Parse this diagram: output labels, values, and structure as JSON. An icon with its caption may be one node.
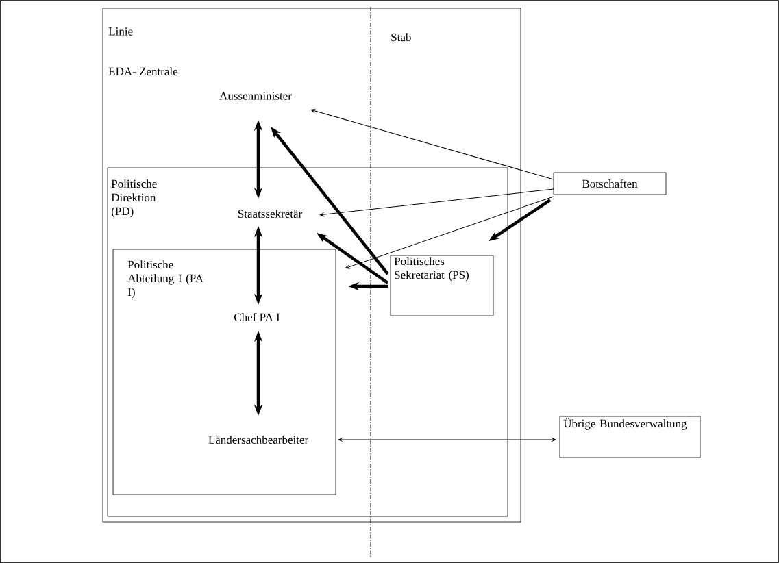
{
  "diagram": {
    "nodes": [
      {
        "text": [
          "EDA- Zentrale"
        ]
      },
      {
        "text": [
          "Aussenminister"
        ],
        "in": 0
      },
      {
        "text": [
          "Politische Direktion (PD)"
        ],
        "in": 0
      },
      {
        "text": [
          "Staatssekretär"
        ],
        "in": 2
      },
      {
        "text": [
          "Politische Abteilung I (PA I)"
        ],
        "in": 2
      },
      {
        "text": [
          "Chef PA I"
        ],
        "in": 4
      },
      {
        "text": [
          "Ländersachbearbeiter"
        ],
        "in": 4
      },
      {
        "text": [
          "Politisches Sekretariat (PS)"
        ],
        "in": 2
      },
      {
        "text": [
          "Botschaften"
        ]
      },
      {
        "text": [
          "Übrige Bundesverwaltung"
        ]
      }
    ],
    "edges": [
      {
        "from": 1,
        "to": 3,
        "arrow": "both"
      },
      {
        "from": 3,
        "to": 5,
        "arrow": "both"
      },
      {
        "from": 5,
        "to": 6,
        "arrow": "both"
      },
      {
        "from": 7,
        "to": 1,
        "arrow": "to"
      },
      {
        "from": 7,
        "to": 3,
        "arrow": "to"
      },
      {
        "from": 7,
        "to": 4,
        "arrow": "to"
      },
      {
        "from": 8,
        "to": 1,
        "arrow": "to"
      },
      {
        "from": 8,
        "to": 3,
        "arrow": "to"
      },
      {
        "from": 8,
        "to": 4,
        "arrow": "to"
      },
      {
        "from": 8,
        "to": 2,
        "arrow": "to"
      },
      {
        "from": 6,
        "to": 9,
        "arrow": "both"
      }
    ],
    "labels": [
      "Linie",
      "Stab"
    ]
  }
}
